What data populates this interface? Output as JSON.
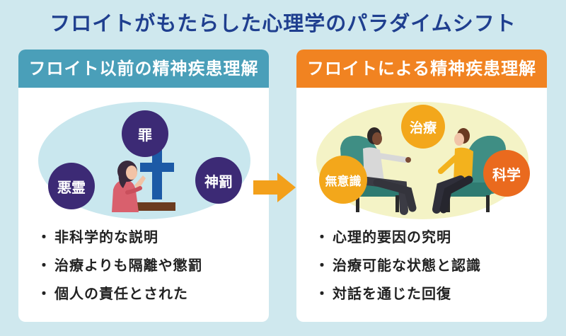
{
  "title": "フロイトがもたらした心理学のパラダイムシフト",
  "left_panel": {
    "header": "フロイト以前の精神疾患理解",
    "circles": [
      "罪",
      "悪霊",
      "神罰"
    ],
    "bullets": [
      "非科学的な説明",
      "治療よりも隔離や懲罰",
      "個人の責任とされた"
    ]
  },
  "right_panel": {
    "header": "フロイトによる精神疾患理解",
    "circles": [
      "治療",
      "無意識",
      "科学"
    ],
    "bullets": [
      "心理的要因の究明",
      "治療可能な状態と認識",
      "対話を通じた回復"
    ]
  },
  "colors": {
    "background": "#cfe8ee",
    "title": "#1f3f8f",
    "left_header": "#4a9fb9",
    "right_header": "#f18321",
    "left_circle": "#3c2a75",
    "right_circle_orange": "#f3a71b",
    "right_circle_red": "#ea6a1e",
    "arrow": "#f3a01b"
  }
}
